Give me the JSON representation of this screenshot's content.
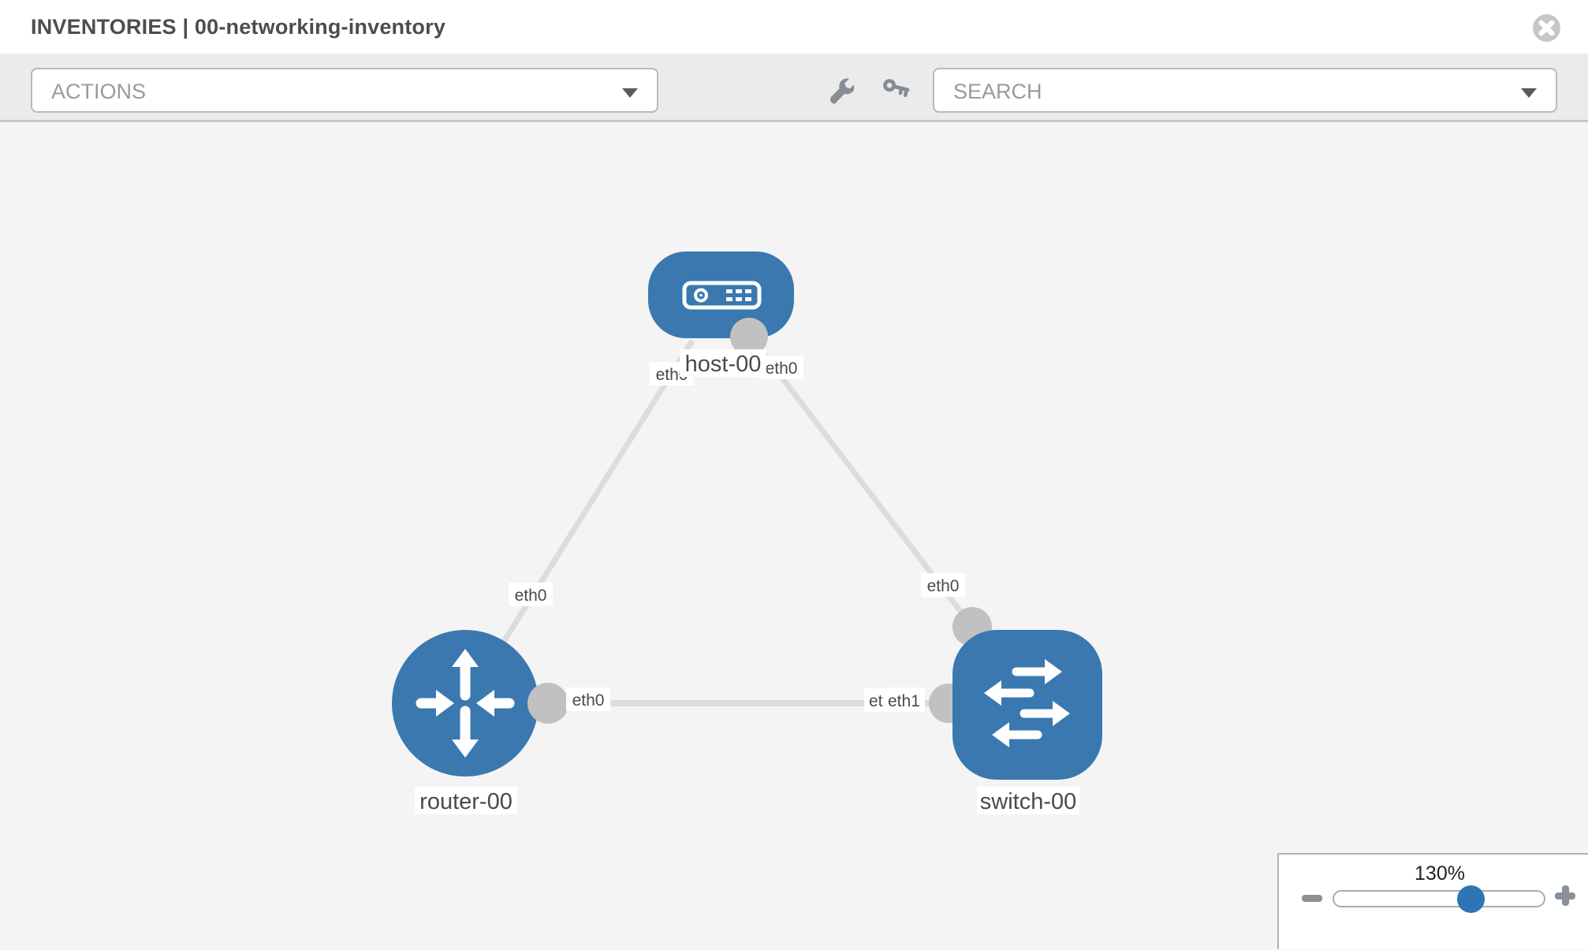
{
  "header": {
    "title": "INVENTORIES | 00-networking-inventory"
  },
  "toolbar": {
    "actions_label": "ACTIONS",
    "search_label": "SEARCH",
    "icons": [
      "wrench-icon",
      "key-icon"
    ]
  },
  "topology": {
    "node_labels": {
      "host": "host-00",
      "router": "router-00",
      "switch": "switch-00"
    },
    "nodes": [
      {
        "id": "host-00",
        "type": "host"
      },
      {
        "id": "router-00",
        "type": "router"
      },
      {
        "id": "switch-00",
        "type": "switch"
      }
    ],
    "links": [
      {
        "source": "router-00",
        "target": "host-00",
        "source_interface": "eth0",
        "target_interface": "eth0"
      },
      {
        "source": "host-00",
        "target": "switch-00",
        "source_interface": "eth0",
        "target_interface": "eth0"
      },
      {
        "source": "router-00",
        "target": "switch-00",
        "source_interface": "eth0",
        "target_interface": "eth1"
      }
    ],
    "interface_labels": {
      "router_host_src": "eth0",
      "router_host_dst": "eth0",
      "host_switch_src": "eth0",
      "host_switch_dst": "eth0",
      "router_switch_src": "eth0",
      "router_switch_dst_back": "eth0",
      "router_switch_dst": "eth1"
    },
    "colors": {
      "node_blue": "#3b78b0",
      "link_gray": "#dcdcdc",
      "interface_gray": "#c1c1c1",
      "canvas_bg": "#f4f4f4"
    }
  },
  "zoom_control": {
    "level": "130%",
    "minus_icon": "zoom-out-icon",
    "plus_icon": "zoom-in-icon"
  }
}
